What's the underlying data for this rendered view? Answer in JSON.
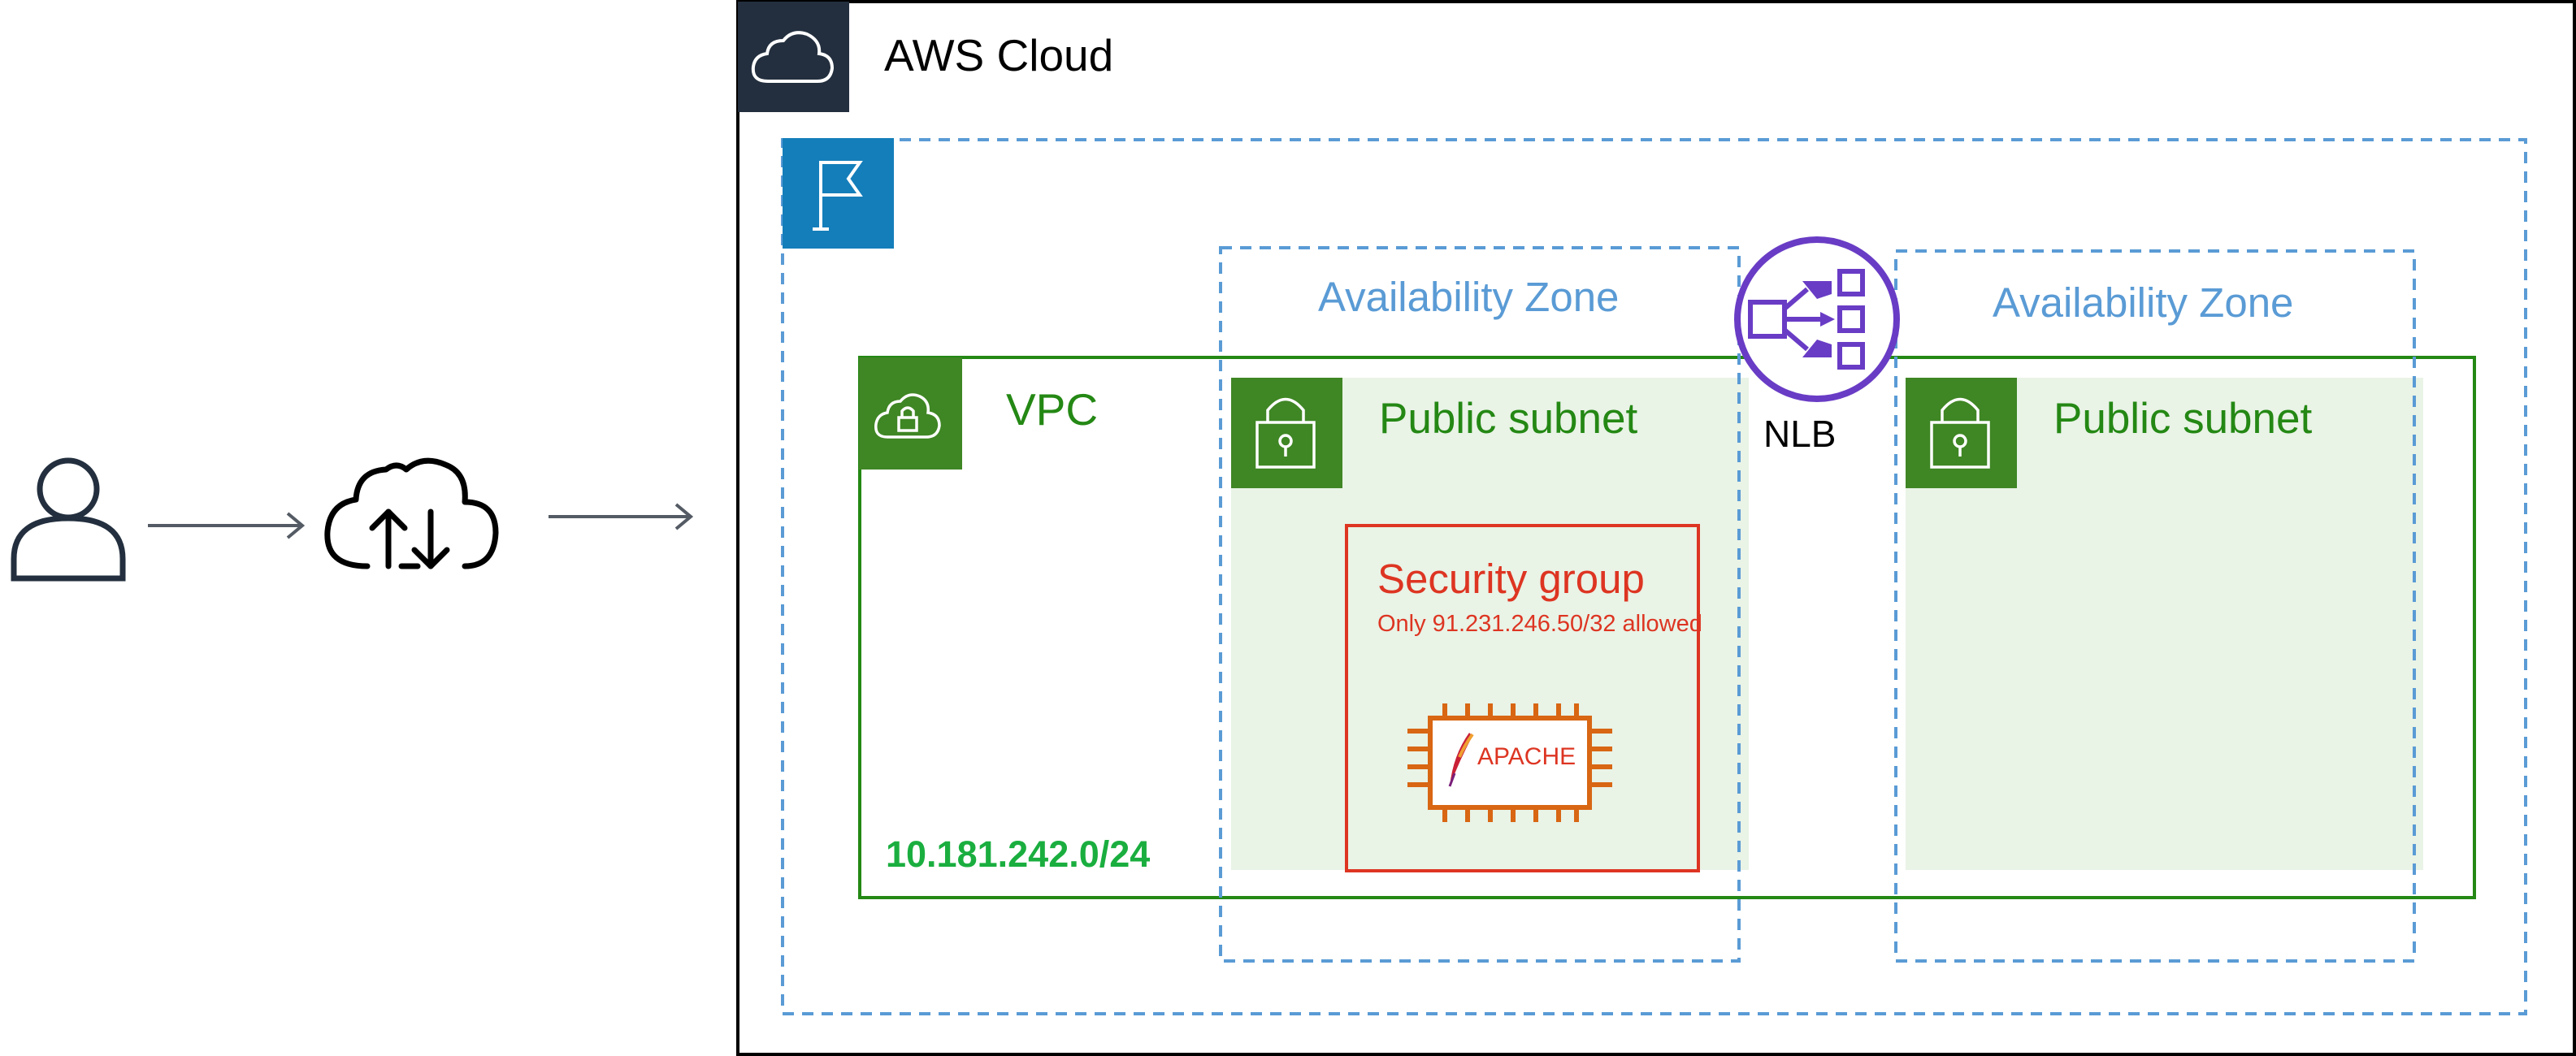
{
  "aws_cloud": {
    "label": "AWS Cloud"
  },
  "availability_zones": [
    {
      "label": "Availability Zone"
    },
    {
      "label": "Availability Zone"
    }
  ],
  "vpc": {
    "label": "VPC",
    "cidr": "10.181.242.0/24"
  },
  "subnets": [
    {
      "label": "Public subnet"
    },
    {
      "label": "Public subnet"
    }
  ],
  "load_balancer": {
    "label": "NLB"
  },
  "security_group": {
    "title": "Security group",
    "description": "Only 91.231.246.50/32 allowed"
  },
  "instance": {
    "software_label": "APACHE"
  },
  "colors": {
    "aws_dark": "#232f3e",
    "region_blue": "#147eba",
    "az_blue": "#5a9bd5",
    "vpc_green": "#248814",
    "subnet_fill": "#e9f3e6",
    "security_red": "#dd3522",
    "ec2_orange": "#d86613",
    "nlb_purple": "#693cc5",
    "cidr_green": "#1aae3f"
  },
  "icons": [
    "user-icon",
    "arrow-right-icon",
    "cloud-upload-download-icon",
    "aws-cloud-icon",
    "region-flag-icon",
    "vpc-cloud-lock-icon",
    "subnet-lock-icon",
    "nlb-icon",
    "ec2-instance-icon",
    "apache-feather-icon"
  ]
}
